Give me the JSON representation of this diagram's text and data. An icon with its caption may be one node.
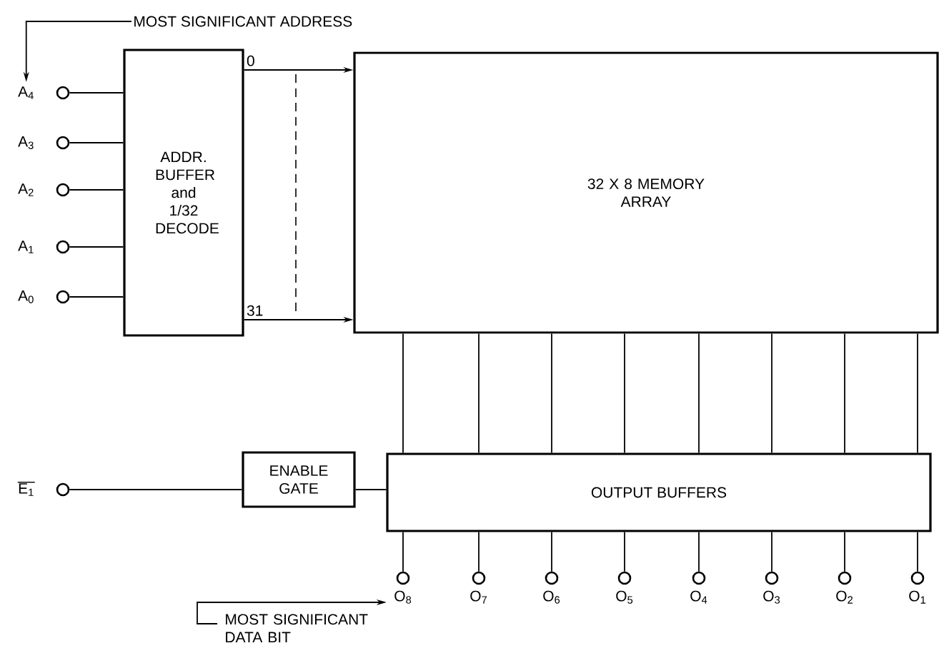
{
  "diagram": {
    "nodes": [
      {
        "text": [
          "ADDR. BUFFER and 1/32 DECODE"
        ]
      },
      {
        "text": [
          "32 X 8 MEMORY ARRAY"
        ]
      },
      {
        "text": [
          "ENABLE GATE"
        ]
      },
      {
        "text": [
          "OUTPUT BUFFERS"
        ]
      },
      {
        "text": [],
        "shape": "circle",
        "beside": [
          "A$_{4}$"
        ]
      },
      {
        "text": [],
        "shape": "circle",
        "beside": [
          "A$_{3}$"
        ]
      },
      {
        "text": [],
        "shape": "circle",
        "beside": [
          "A$_{2}$"
        ]
      },
      {
        "text": [],
        "shape": "circle",
        "beside": [
          "A$_{1}$"
        ]
      },
      {
        "text": [],
        "shape": "circle",
        "beside": [
          "A$_{0}$"
        ]
      },
      {
        "text": [],
        "shape": "circle",
        "beside": [
          "E$_{1}$"
        ]
      },
      {
        "text": [],
        "shape": "circle",
        "beside": [
          "O$_{8}$"
        ]
      },
      {
        "text": [],
        "shape": "circle",
        "beside": [
          "O$_{7}$"
        ]
      },
      {
        "text": [],
        "shape": "circle",
        "beside": [
          "O$_{6}$"
        ]
      },
      {
        "text": [],
        "shape": "circle",
        "beside": [
          "O$_{5}$"
        ]
      },
      {
        "text": [],
        "shape": "circle",
        "beside": [
          "O$_{4}$"
        ]
      },
      {
        "text": [],
        "shape": "circle",
        "beside": [
          "O$_{3}$"
        ]
      },
      {
        "text": [],
        "shape": "circle",
        "beside": [
          "O$_{2}$"
        ]
      },
      {
        "text": [],
        "shape": "circle",
        "beside": [
          "O$_{1}$"
        ]
      },
      {
        "text": [
          "MOST SIGNIFICANT ADDRESS"
        ]
      },
      {
        "text": [
          "MOST SIGNIFICANT DATA BIT"
        ]
      }
    ],
    "edges": [
      {
        "from": 4,
        "to": 0,
        "arrow": "none"
      },
      {
        "from": 5,
        "to": 0,
        "arrow": "none"
      },
      {
        "from": 6,
        "to": 0,
        "arrow": "none"
      },
      {
        "from": 7,
        "to": 0,
        "arrow": "none"
      },
      {
        "from": 8,
        "to": 0,
        "arrow": "none"
      },
      {
        "from": 0,
        "to": 1,
        "arrow": "to",
        "label": "0"
      },
      {
        "from": 0,
        "to": 1,
        "arrow": "to",
        "label": "31"
      },
      {
        "from": 1,
        "to": 3,
        "arrow": "none"
      },
      {
        "from": 1,
        "to": 3,
        "arrow": "none"
      },
      {
        "from": 1,
        "to": 3,
        "arrow": "none"
      },
      {
        "from": 1,
        "to": 3,
        "arrow": "none"
      },
      {
        "from": 1,
        "to": 3,
        "arrow": "none"
      },
      {
        "from": 1,
        "to": 3,
        "arrow": "none"
      },
      {
        "from": 1,
        "to": 3,
        "arrow": "none"
      },
      {
        "from": 1,
        "to": 3,
        "arrow": "none"
      },
      {
        "from": 9,
        "to": 2,
        "arrow": "none"
      },
      {
        "from": 2,
        "to": 3,
        "arrow": "none"
      },
      {
        "from": 3,
        "to": 10,
        "arrow": "none"
      },
      {
        "from": 3,
        "to": 11,
        "arrow": "none"
      },
      {
        "from": 3,
        "to": 12,
        "arrow": "none"
      },
      {
        "from": 3,
        "to": 13,
        "arrow": "none"
      },
      {
        "from": 3,
        "to": 14,
        "arrow": "none"
      },
      {
        "from": 3,
        "to": 15,
        "arrow": "none"
      },
      {
        "from": 3,
        "to": 16,
        "arrow": "none"
      },
      {
        "from": 3,
        "to": 17,
        "arrow": "none"
      },
      {
        "from": 18,
        "to": 4,
        "arrow": "to"
      },
      {
        "from": 19,
        "to": 10,
        "arrow": "to"
      }
    ]
  }
}
